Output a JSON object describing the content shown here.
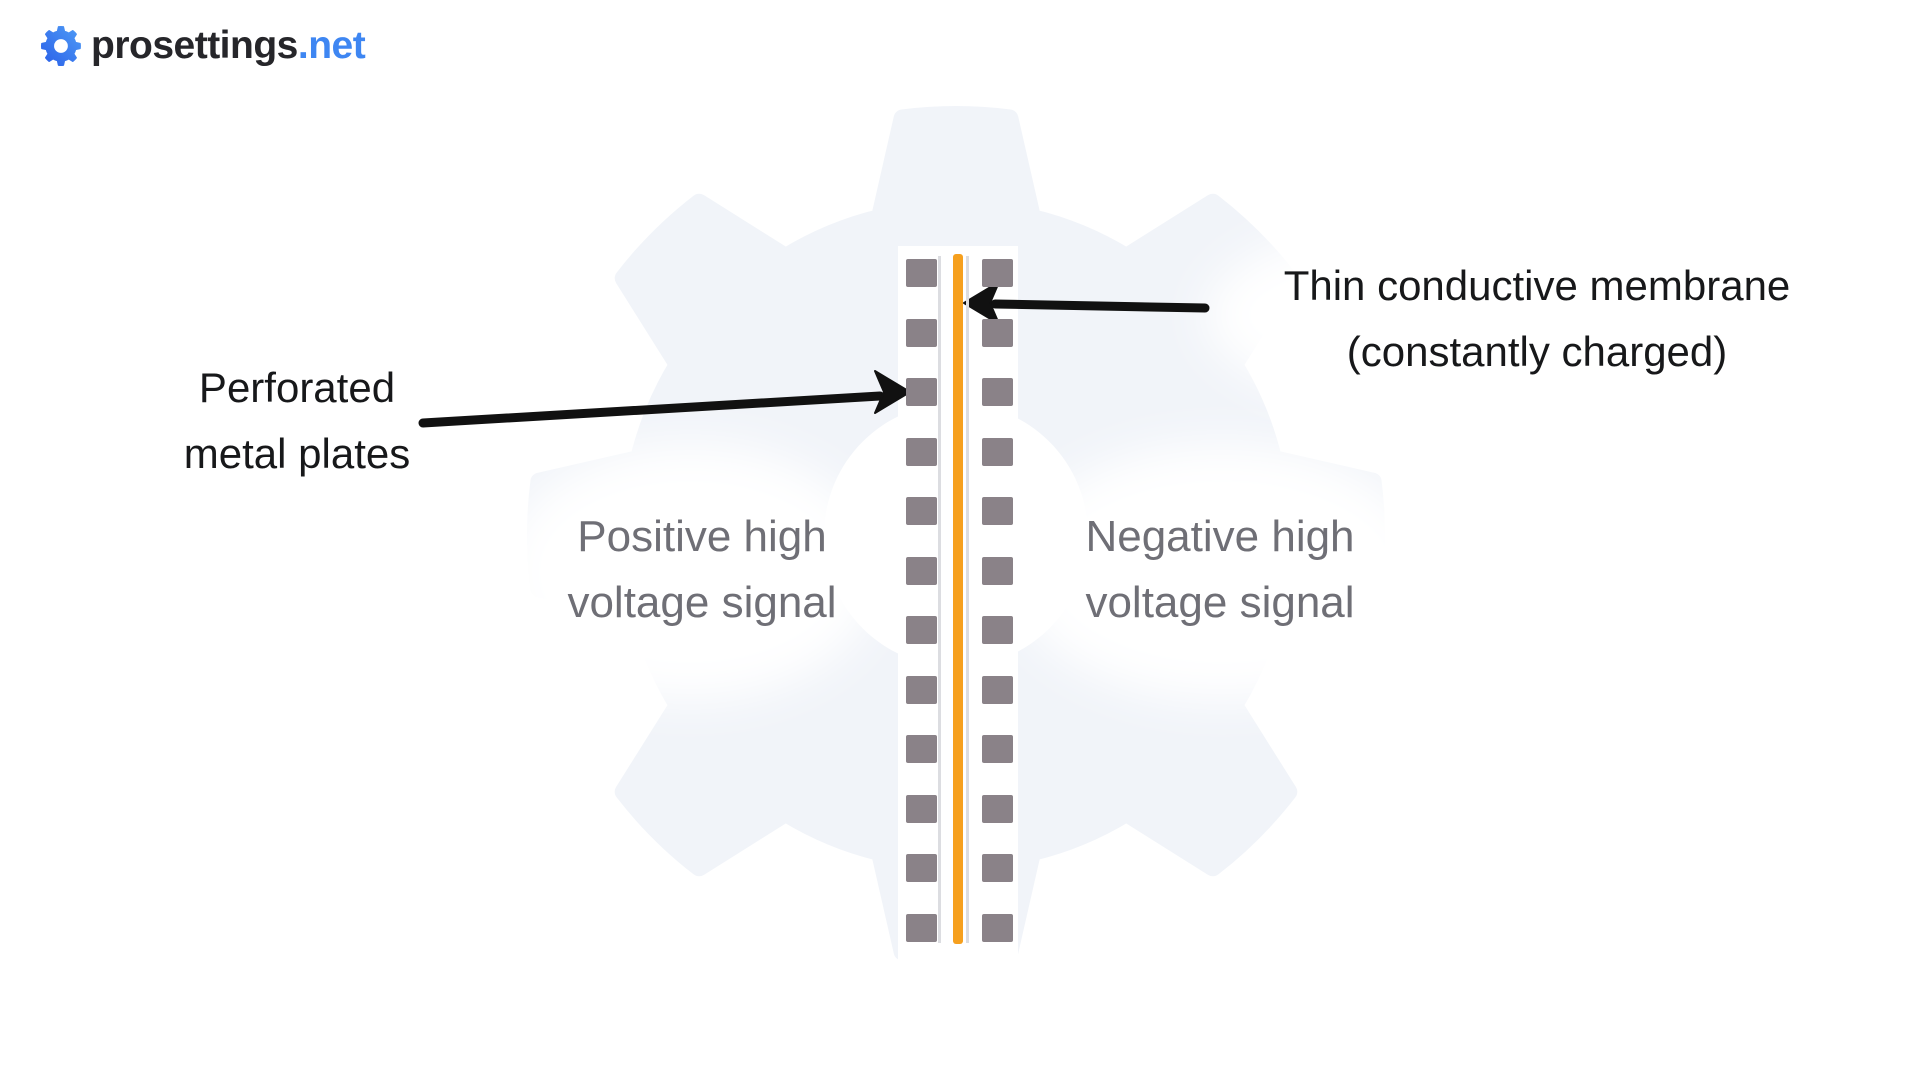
{
  "header": {
    "logo": {
      "brand": "prosettings",
      "tld": ".net"
    }
  },
  "diagram": {
    "labels": {
      "perforated": {
        "line1": "Perforated",
        "line2": "metal plates"
      },
      "membrane": {
        "line1": "Thin conductive membrane",
        "line2": "(constantly charged)"
      },
      "positive": {
        "line1": "Positive high",
        "line2": "voltage signal"
      },
      "negative": {
        "line1": "Negative high",
        "line2": "voltage signal"
      }
    },
    "structure": {
      "left_plate_squares": 12,
      "right_plate_squares": 12
    }
  },
  "colors": {
    "membrane_orange": "#F6A01E",
    "plate_square": "#8A8288",
    "plate_line": "#DCDDE1",
    "gear_bg": "#F1F4F9",
    "label_dark": "#17181A",
    "label_gray": "#6F6F76",
    "arrow_black": "#111111",
    "logo_blue": "#3E86F2",
    "logo_dark": "#26262A"
  }
}
